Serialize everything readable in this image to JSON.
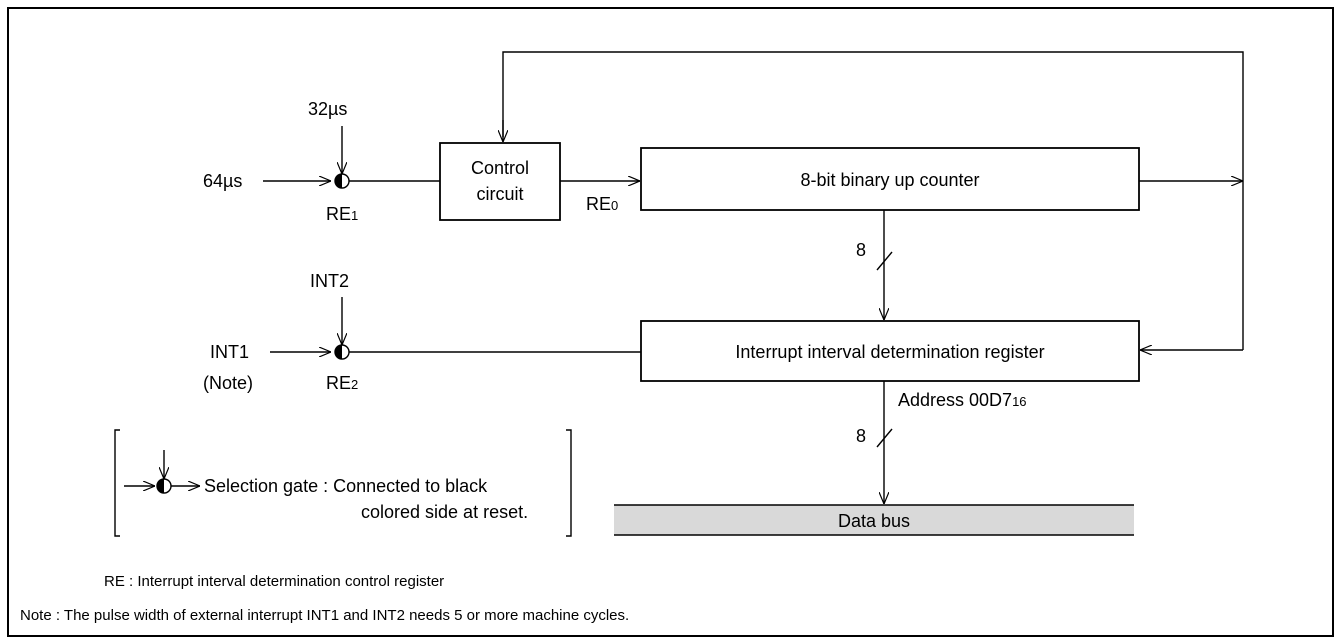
{
  "inputs": {
    "clock_64": "64µs",
    "clock_32": "32µs",
    "int1": "INT1",
    "int1_note": "(Note)",
    "int2": "INT2"
  },
  "gates": {
    "re1_prefix": "RE",
    "re1_sub": "1",
    "re2_prefix": "RE",
    "re2_sub": "2"
  },
  "control": {
    "line1": "Control",
    "line2": "circuit",
    "re0_prefix": "RE",
    "re0_sub": "0"
  },
  "counter": {
    "label": "8-bit binary up counter"
  },
  "register": {
    "label": "Interrupt interval determination register",
    "address_prefix": "Address 00D7",
    "address_sub": "16"
  },
  "bus": {
    "width_upper": "8",
    "width_lower": "8",
    "label": "Data bus"
  },
  "legend": {
    "line1": "Selection gate : Connected to black",
    "line2": "colored side at reset."
  },
  "notes": {
    "re_definition": "RE : Interrupt interval determination control register",
    "note": "Note : The pulse width of external interrupt INT1 and INT2 needs 5 or more machine cycles."
  },
  "colors": {
    "bus_fill": "#d9d9d9",
    "line": "#000000"
  }
}
